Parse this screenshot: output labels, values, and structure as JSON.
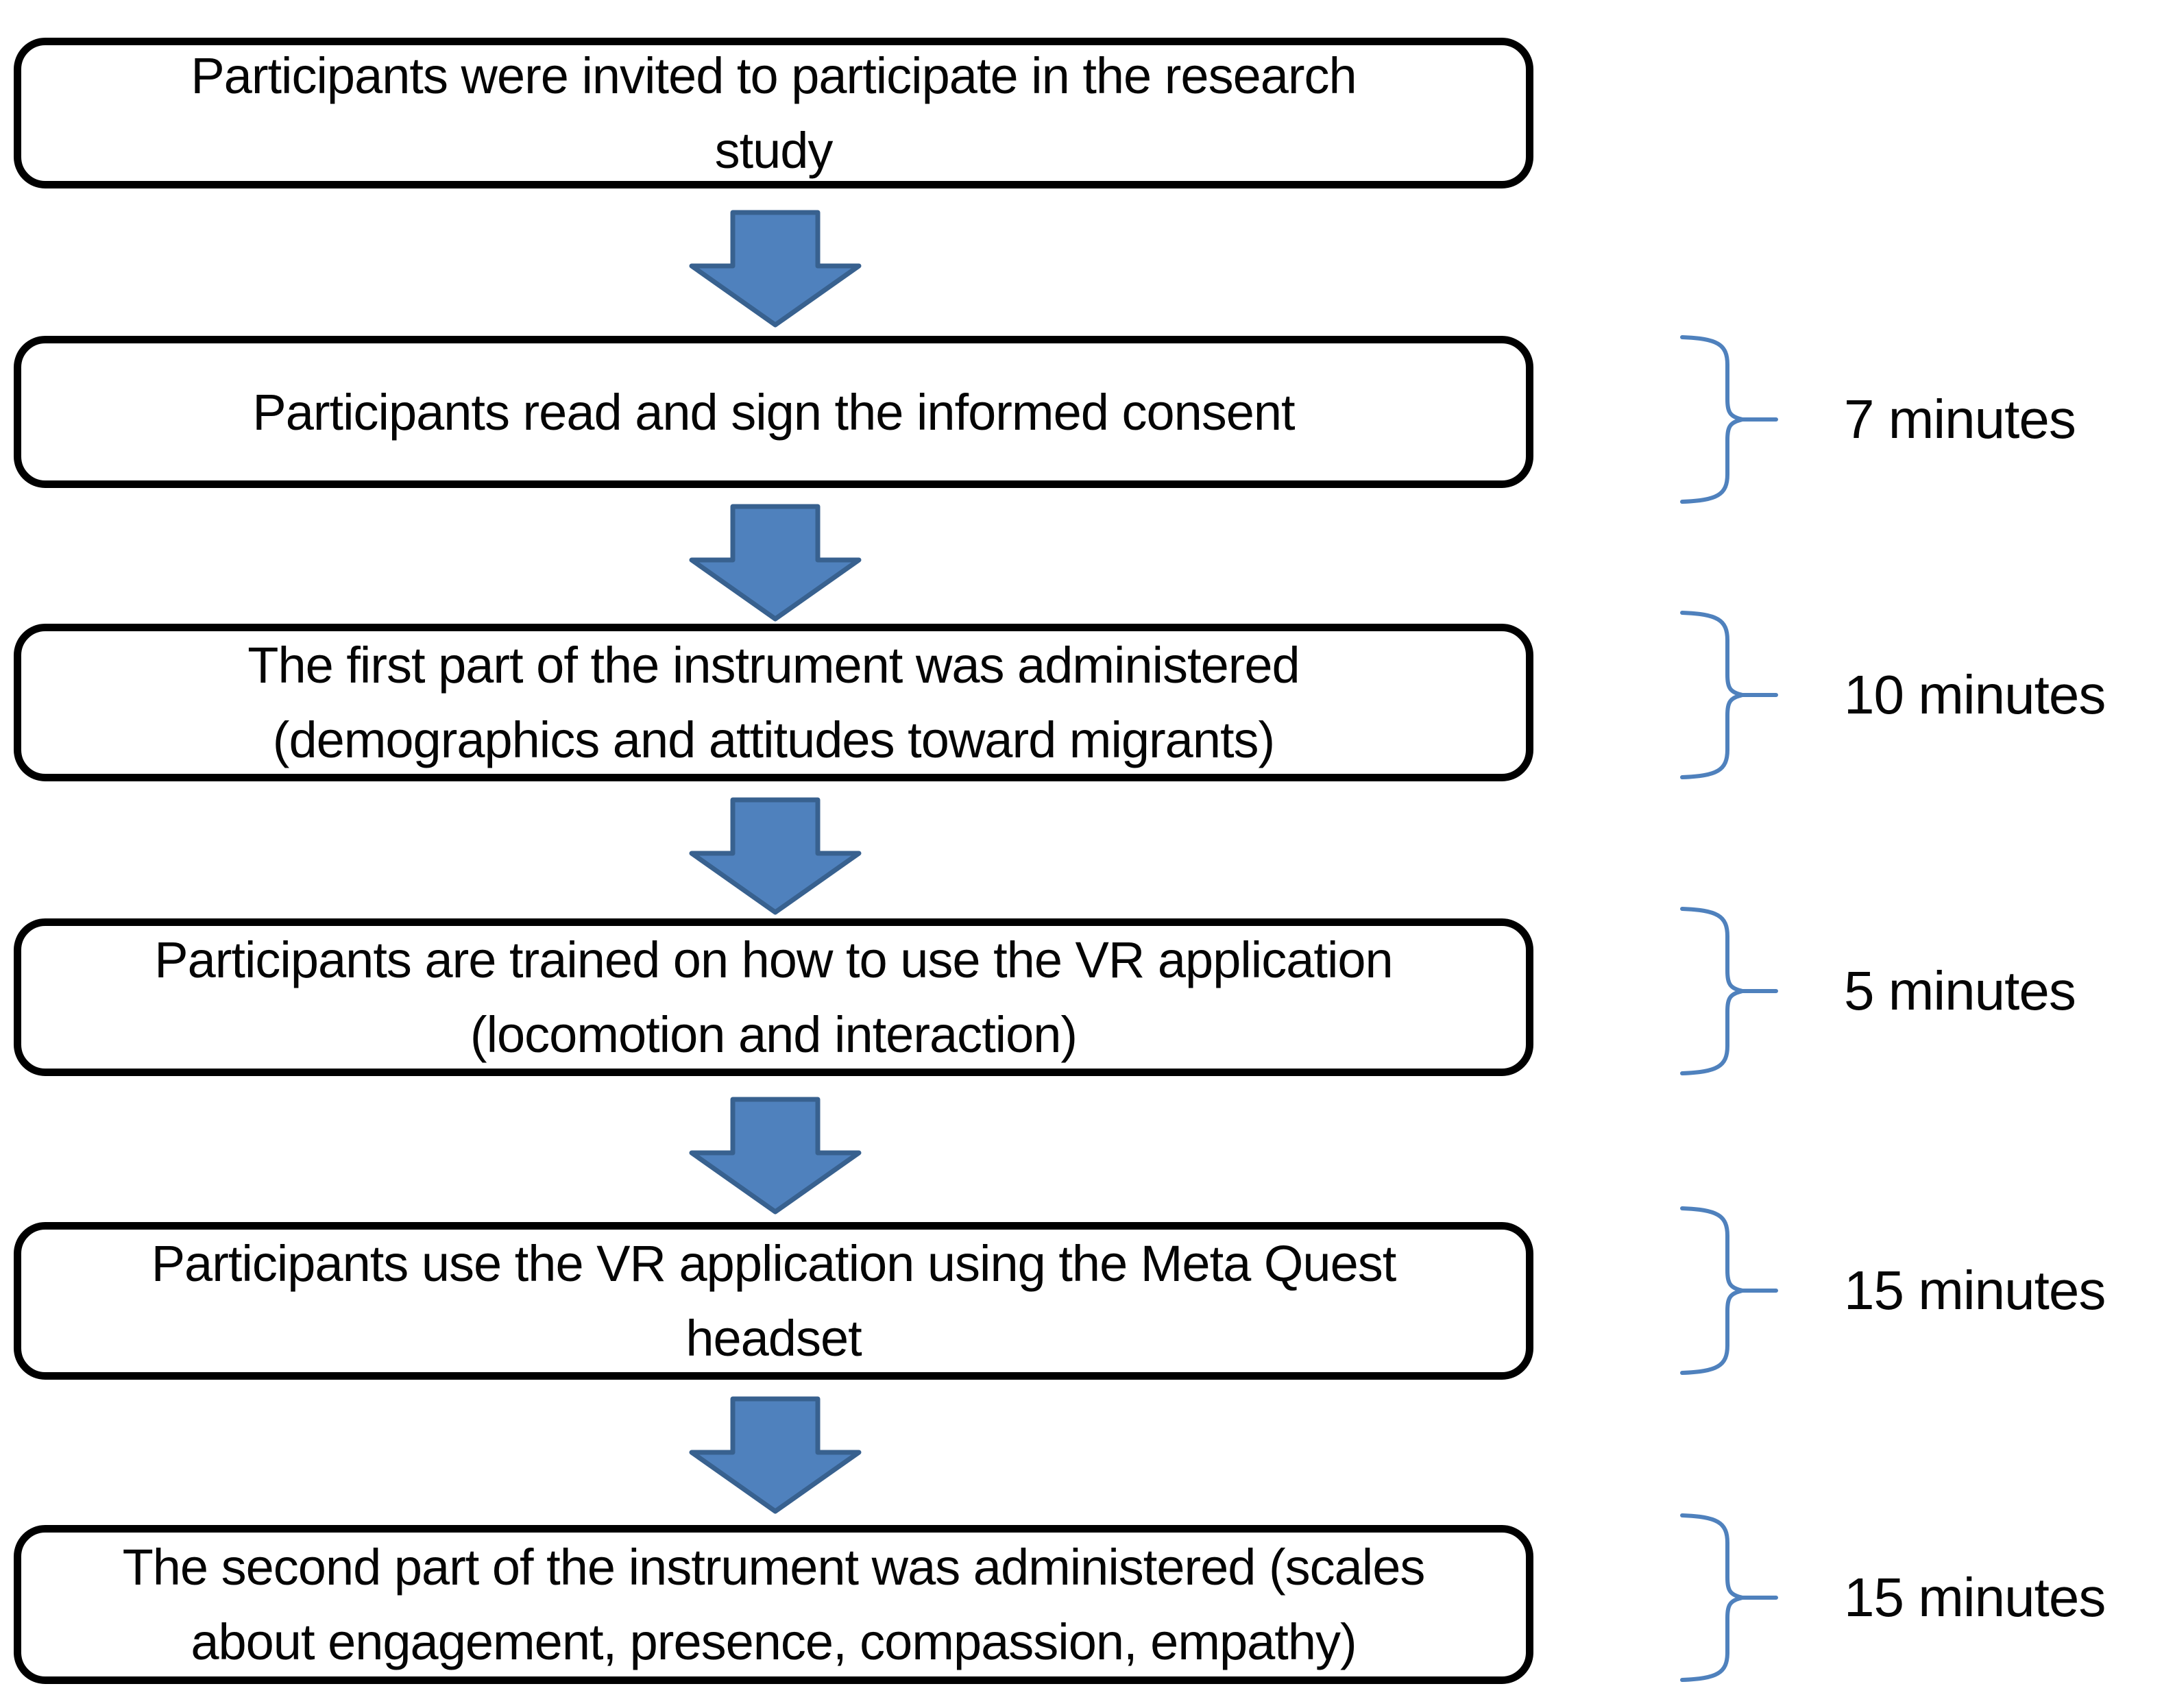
{
  "figure": {
    "type": "flowchart",
    "description": "Study procedure flow with step boxes, down arrows, and duration braces",
    "boxes": [
      {
        "lines": [
          "Participants were invited to participate in the research",
          "study"
        ],
        "duration": null
      },
      {
        "lines": [
          "Participants read and sign the informed consent"
        ],
        "duration": "7 minutes"
      },
      {
        "lines": [
          "The first part of the instrument was administered",
          "(demographics and attitudes toward migrants)"
        ],
        "duration": "10 minutes"
      },
      {
        "lines": [
          "Participants are trained on how to use the VR application",
          "(locomotion and interaction)"
        ],
        "duration": "5 minutes"
      },
      {
        "lines": [
          "Participants use the VR application using the Meta Quest",
          "headset"
        ],
        "duration": "15 minutes"
      },
      {
        "lines": [
          "The second part of the instrument was administered (scales",
          "about engagement, presence, compassion, empathy)"
        ],
        "duration": "15 minutes"
      }
    ],
    "colors": {
      "arrow_fill": "#4f81bd",
      "arrow_border": "#38618f",
      "brace_stroke": "#4f81bd",
      "box_border": "#000000",
      "text": "#050505",
      "background": "#ffffff"
    }
  }
}
